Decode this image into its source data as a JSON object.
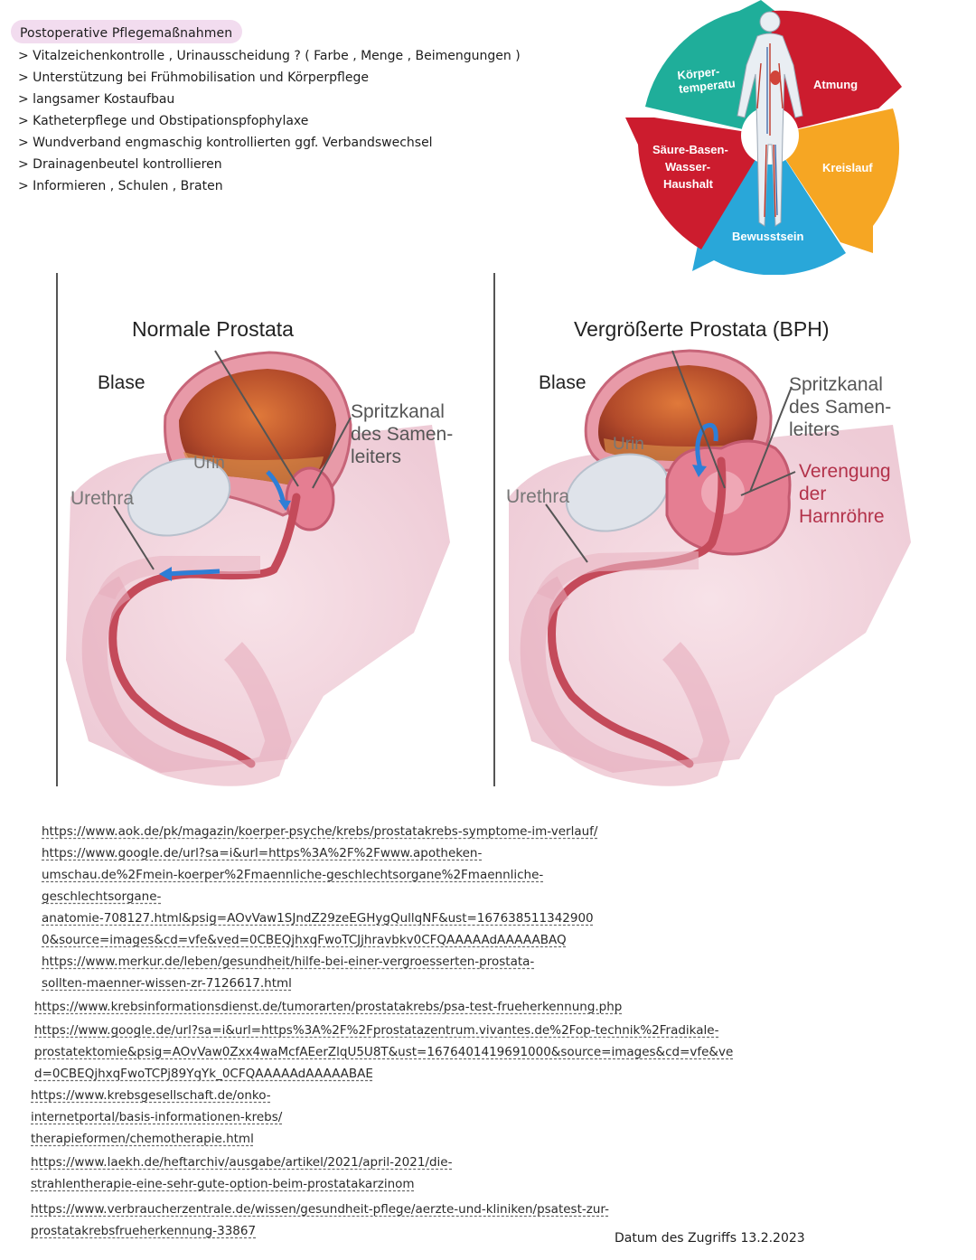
{
  "notes": {
    "heading": "Postoperative Pflegemaßnahmen",
    "bullets": [
      "> Vitalzeichenkontrolle , Urinausscheidung ? ( Farbe , Menge , Beimengungen )",
      "> Unterstützung bei Frühmobilisation und Körperpflege",
      "> langsamer Kostaufbau",
      "> Katheterpflege und Obstipationspfophylaxe",
      "> Wundverband engmaschig kontrollierten ggf. Verbandswechsel",
      "> Drainagenbeutel kontrollieren",
      "> Informieren , Schulen , Braten"
    ]
  },
  "vital_wheel": {
    "segments": {
      "temperature": [
        "Körper-",
        "temperatu"
      ],
      "breathing": "Atmung",
      "circulation": "Kreislauf",
      "consciousness": "Bewusstsein",
      "acid_base": [
        "Säure-Basen-",
        "Wasser-",
        "Haushalt"
      ]
    },
    "colors": {
      "teal": "#1fae9a",
      "red": "#cc1c2e",
      "orange": "#f6a623",
      "blue": "#29a7d9"
    }
  },
  "prostate_diagram": {
    "normal": {
      "title": "Normale Prostata",
      "bladder": "Blase",
      "urine": "Urin",
      "urethra": "Urethra",
      "duct": [
        "Spritzkanal",
        "des Samen-",
        "leiters"
      ]
    },
    "enlarged": {
      "title": "Vergrößerte Prostata (BPH)",
      "bladder": "Blase",
      "urine": "Urin",
      "urethra": "Urethra",
      "duct": [
        "Spritzkanal",
        "des Samen-",
        "leiters"
      ],
      "narrowing": [
        "Verengung",
        "der",
        "Harnröhre"
      ]
    }
  },
  "sources": [
    "https://www.aok.de/pk/magazin/koerper-psyche/krebs/prostatakrebs-symptome-im-verlauf/",
    "https://www.google.de/url?sa=i&url=https%3A%2F%2Fwww.apotheken-",
    "umschau.de%2Fmein-koerper%2Fmaennliche-geschlechtsorgane%2Fmaennliche-",
    "geschlechtsorgane-",
    "anatomie-708127.html&psig=AOvVaw1SJndZ29zeEGHygQullqNF&ust=167638511342900",
    "0&source=images&cd=vfe&ved=0CBEQjhxqFwoTCJjhravbkv0CFQAAAAAdAAAAABAQ",
    "https://www.merkur.de/leben/gesundheit/hilfe-bei-einer-vergroesserten-prostata-",
    "sollten-maenner-wissen-zr-7126617.html",
    "https://www.krebsinformationsdienst.de/tumorarten/prostatakrebs/psa-test-frueherkennung.php",
    "https://www.google.de/url?sa=i&url=https%3A%2F%2Fprostatazentrum.vivantes.de%2Fop-technik%2Fradikale-",
    "prostatektomie&psig=AOvVaw0Zxx4waMcfAEerZlqU5U8T&ust=1676401419691000&source=images&cd=vfe&ve",
    "d=0CBEQjhxqFwoTCPj89YqYk_0CFQAAAAAdAAAAABAE",
    "https://www.krebsgesellschaft.de/onko-",
    "internetportal/basis-informationen-krebs/",
    "therapieformen/chemotherapie.html",
    "https://www.laekh.de/heftarchiv/ausgabe/artikel/2021/april-2021/die-",
    "strahlentherapie-eine-sehr-gute-option-beim-prostatakarzinom",
    "https://www.verbraucherzentrale.de/wissen/gesundheit-pflege/aerzte-und-kliniken/psatest-zur-",
    "prostatakrebsfrueherkennung-33867"
  ],
  "access_date": "Datum des Zugriffs 13.2.2023"
}
